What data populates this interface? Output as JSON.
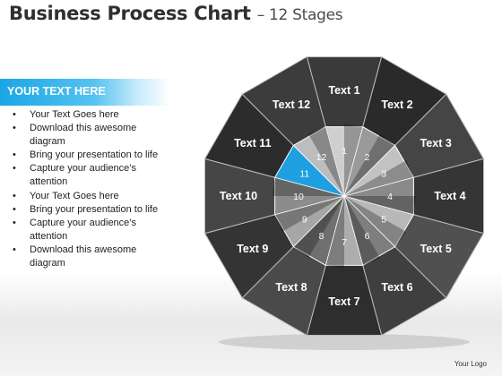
{
  "header": {
    "title": "Business Process Chart",
    "subtitle": "– 12 Stages"
  },
  "sidebar": {
    "banner": "YOUR TEXT HERE",
    "bullets": [
      "Your Text Goes here",
      "Download this awesome diagram",
      "Bring your presentation to life",
      "Capture your audience’s attention",
      "Your Text Goes here",
      "Bring your presentation to life",
      "Capture your audience’s attention",
      "Download this awesome diagram"
    ]
  },
  "diagram": {
    "highlight_stage": 11,
    "highlight_color": "#1e9fe0",
    "stages": [
      {
        "number": "1",
        "label": "Text 1"
      },
      {
        "number": "2",
        "label": "Text 2"
      },
      {
        "number": "3",
        "label": "Text 3"
      },
      {
        "number": "4",
        "label": "Text 4"
      },
      {
        "number": "5",
        "label": "Text 5"
      },
      {
        "number": "6",
        "label": "Text 6"
      },
      {
        "number": "7",
        "label": "Text 7"
      },
      {
        "number": "8",
        "label": "Text 8"
      },
      {
        "number": "9",
        "label": "Text 9"
      },
      {
        "number": "10",
        "label": "Text 10"
      },
      {
        "number": "11",
        "label": "Text 11"
      },
      {
        "number": "12",
        "label": "Text 12"
      }
    ]
  },
  "footer": {
    "logo": "Your Logo"
  }
}
